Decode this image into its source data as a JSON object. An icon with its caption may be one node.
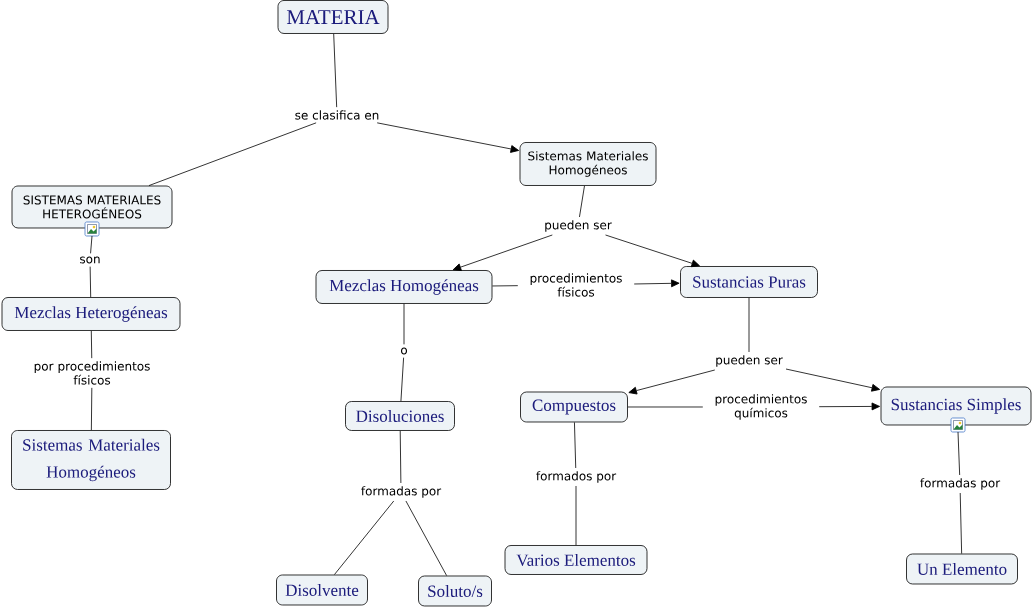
{
  "diagram": {
    "nodes": [
      {
        "text": [
          "MATERIA"
        ]
      },
      {
        "text": [
          "se clasifica en"
        ]
      },
      {
        "text": [
          "SISTEMAS MATERIALES HETEROGÉNEOS"
        ]
      },
      {
        "text": [
          "Sistemas Materiales Homogéneos"
        ]
      },
      {
        "text": [
          "son"
        ]
      },
      {
        "text": [
          "Mezclas Heterogéneas"
        ]
      },
      {
        "text": [
          "pueden ser"
        ]
      },
      {
        "text": [
          "Mezclas Homogéneas"
        ]
      },
      {
        "text": [
          "procedimientos físicos"
        ]
      },
      {
        "text": [
          "Sustancias Puras"
        ]
      },
      {
        "text": [
          "por procedimientos físicos"
        ]
      },
      {
        "text": [
          "Sistemas Materiales Homogéneos"
        ]
      },
      {
        "text": [
          "o"
        ]
      },
      {
        "text": [
          "Disoluciones"
        ]
      },
      {
        "text": [
          "pueden ser"
        ]
      },
      {
        "text": [
          "Compuestos"
        ]
      },
      {
        "text": [
          "procedimientos químicos"
        ]
      },
      {
        "text": [
          "Sustancias Simples"
        ]
      },
      {
        "text": [
          "formadas por"
        ]
      },
      {
        "text": [
          "formados por"
        ]
      },
      {
        "text": [
          "formadas por"
        ]
      },
      {
        "text": [
          "Disolvente"
        ]
      },
      {
        "text": [
          "Soluto/s"
        ]
      },
      {
        "text": [
          "Varios Elementos"
        ]
      },
      {
        "text": [
          "Un Elemento"
        ]
      }
    ],
    "edges": [
      {
        "from": 0,
        "to": 1,
        "arrow": "none"
      },
      {
        "from": 1,
        "to": 2,
        "arrow": "none"
      },
      {
        "from": 1,
        "to": 3,
        "arrow": "to"
      },
      {
        "from": 2,
        "to": 4,
        "arrow": "none"
      },
      {
        "from": 4,
        "to": 5,
        "arrow": "none"
      },
      {
        "from": 3,
        "to": 6,
        "arrow": "none"
      },
      {
        "from": 6,
        "to": 7,
        "arrow": "to"
      },
      {
        "from": 6,
        "to": 9,
        "arrow": "to"
      },
      {
        "from": 7,
        "to": 8,
        "arrow": "none"
      },
      {
        "from": 8,
        "to": 9,
        "arrow": "to"
      },
      {
        "from": 5,
        "to": 10,
        "arrow": "none"
      },
      {
        "from": 10,
        "to": 11,
        "arrow": "none"
      },
      {
        "from": 7,
        "to": 12,
        "arrow": "none"
      },
      {
        "from": 12,
        "to": 13,
        "arrow": "none"
      },
      {
        "from": 9,
        "to": 14,
        "arrow": "none"
      },
      {
        "from": 14,
        "to": 15,
        "arrow": "to"
      },
      {
        "from": 14,
        "to": 17,
        "arrow": "to"
      },
      {
        "from": 15,
        "to": 16,
        "arrow": "none"
      },
      {
        "from": 16,
        "to": 17,
        "arrow": "to"
      },
      {
        "from": 13,
        "to": 18,
        "arrow": "none"
      },
      {
        "from": 18,
        "to": 21,
        "arrow": "none"
      },
      {
        "from": 18,
        "to": 22,
        "arrow": "none"
      },
      {
        "from": 15,
        "to": 19,
        "arrow": "none"
      },
      {
        "from": 19,
        "to": 23,
        "arrow": "none"
      },
      {
        "from": 17,
        "to": 20,
        "arrow": "none"
      },
      {
        "from": 20,
        "to": 24,
        "arrow": "none"
      }
    ]
  }
}
